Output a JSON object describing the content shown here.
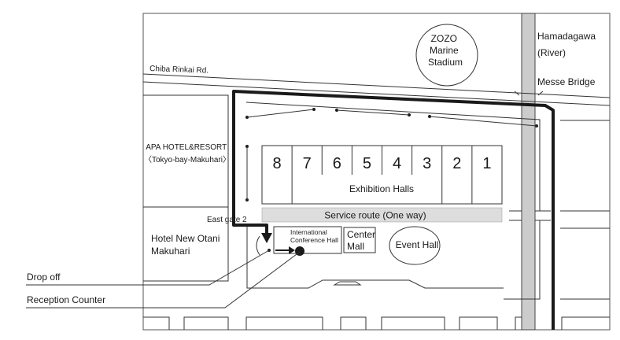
{
  "labels": {
    "stadium": [
      "ZOZO",
      "Marine",
      "Stadium"
    ],
    "river": [
      "Hamadagawa",
      "(River)"
    ],
    "bridge": "Messe Bridge",
    "road": "Chiba Rinkai Rd.",
    "apa_hotel": [
      "APA HOTEL&RESORT",
      "〈Tokyo-bay-Makuhari〉"
    ],
    "hotel_otani": [
      "Hotel New Otani",
      "Makuhari"
    ],
    "east_gate": "East gate 2",
    "conference_hall": [
      "International",
      "Conference Hall"
    ],
    "center_mall": [
      "Center",
      "Mall"
    ],
    "event_hall": "Event Hall",
    "exhibition_halls": "Exhibition Halls",
    "service_route": "Service route (One way)",
    "drop_off": "Drop off",
    "reception": "Reception Counter"
  },
  "hall_numbers": [
    "8",
    "7",
    "6",
    "5",
    "4",
    "3",
    "2",
    "1"
  ],
  "colors": {
    "river": "#cccccc",
    "service_route": "#dddddd",
    "line": "#1a1a1a"
  }
}
